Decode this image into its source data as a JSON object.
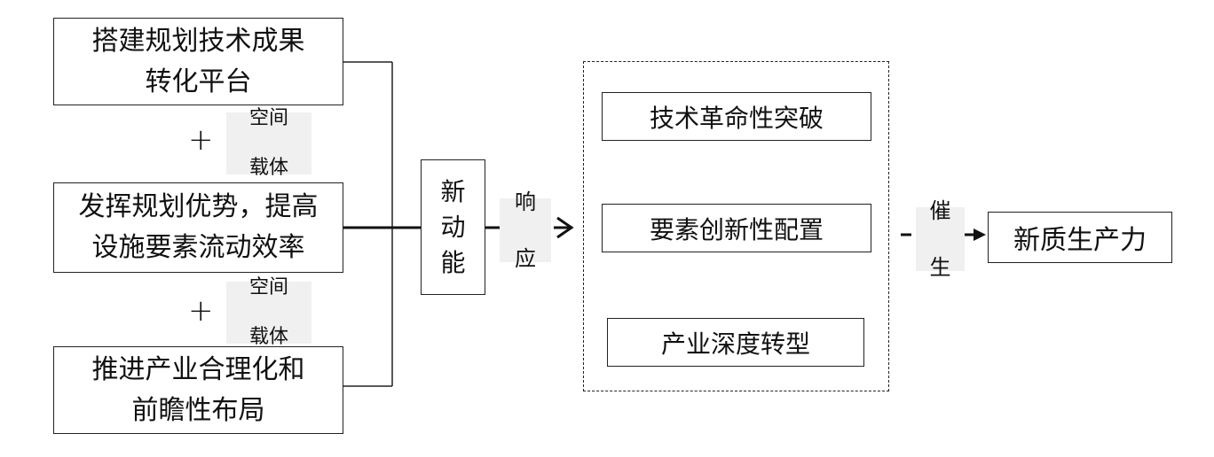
{
  "left": {
    "box1": [
      "搭建规划技术成果",
      "转化平台"
    ],
    "box2": [
      "发挥规划优势，提高",
      "设施要素流动效率"
    ],
    "box3": [
      "推进产业合理化和",
      "前瞻性布局"
    ],
    "plus": "+",
    "carrier1": [
      "空间",
      "载体"
    ],
    "carrier2": [
      "空间",
      "载体"
    ]
  },
  "center": {
    "new_momentum": [
      "新",
      "动",
      "能"
    ],
    "response": [
      "响",
      "应"
    ]
  },
  "effects": {
    "items": [
      "技术革命性突破",
      "要素创新性配置",
      "产业深度转型"
    ]
  },
  "right": {
    "catalyze": [
      "催",
      "生"
    ],
    "result": "新质生产力"
  }
}
